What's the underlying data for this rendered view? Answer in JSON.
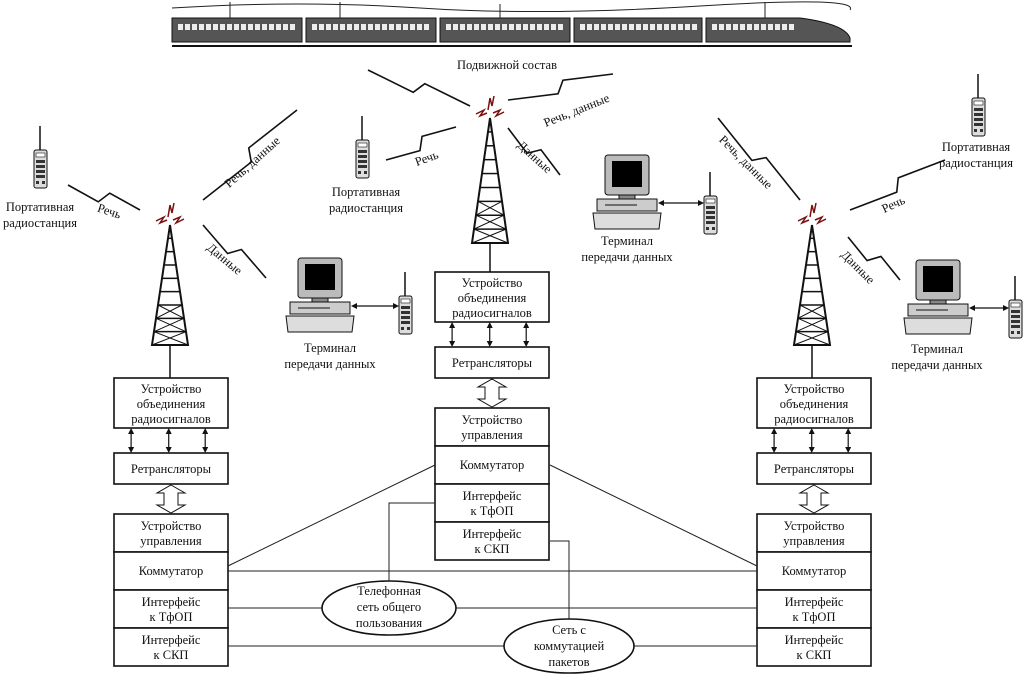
{
  "train": {
    "label": "Подвижной состав"
  },
  "portable_radio": [
    "Портативная",
    "радиостанция"
  ],
  "data_terminal": [
    "Терминал",
    "передачи данных"
  ],
  "links": {
    "speech": "Речь",
    "speech_data": "Речь, данные",
    "data": "Данные"
  },
  "stack": {
    "combiner": [
      "Устройство",
      "объединения",
      "радиосигналов"
    ],
    "repeaters": "Ретрансляторы",
    "control": [
      "Устройство",
      "управления"
    ],
    "switch": "Коммутатор",
    "pstn_interface": [
      "Интерфейс",
      "к ТфОП"
    ],
    "psn_interface": [
      "Интерфейс",
      "к СКП"
    ]
  },
  "networks": {
    "pstn": [
      "Телефонная",
      "сеть общего",
      "пользования"
    ],
    "psn": [
      "Сеть с",
      "коммутацией",
      "пакетов"
    ]
  },
  "colors": {
    "line": "#111111",
    "antenna_accent": "#7a1010"
  }
}
